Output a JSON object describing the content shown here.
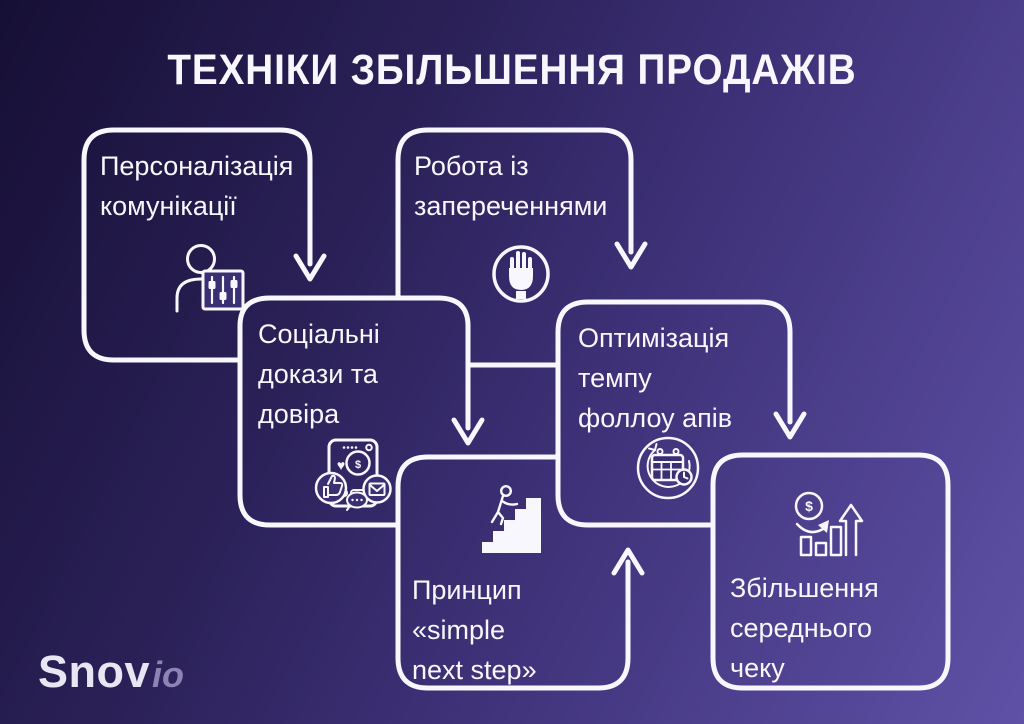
{
  "title": "ТЕХНІКИ ЗБІЛЬШЕННЯ ПРОДАЖІВ",
  "logo": {
    "name": "Snov",
    "suffix": "io"
  },
  "theme": {
    "bg_start": "#160f35",
    "bg_mid": "#3e3178",
    "bg_end": "#5f51a6",
    "bg_fill": "#3b2f74",
    "line": "#f8f7fd",
    "logo_main": "#e8e6f2",
    "logo_suffix": "#8d84b5"
  },
  "icons_glyphs": {
    "dollar": "$",
    "heart": "♥"
  },
  "diagram": {
    "nodes": [
      {
        "id": "personalization-communication",
        "label": "Персоналізація комунікації",
        "lines": [
          "Персоналізація",
          "комунікації"
        ],
        "icon": "person-settings-icon"
      },
      {
        "id": "objection-handling",
        "label": "Робота із запереченнями",
        "lines": [
          "Робота із",
          "запереченнями"
        ],
        "icon": "stop-hand-icon"
      },
      {
        "id": "social-proof",
        "label": "Соціальні докази та довіра",
        "lines": [
          "Соціальні",
          "докази та",
          "довіра"
        ],
        "icon": "phone-social-proof-icon"
      },
      {
        "id": "follow-up-pacing",
        "label": "Оптимізація темпу фоллоу апів",
        "lines": [
          "Оптимізація",
          "темпу",
          "фоллоу апів"
        ],
        "icon": "calendar-refresh-icon"
      },
      {
        "id": "simple-next-step",
        "label": "Принцип «simple next step»",
        "lines": [
          "Принцип",
          "«simple",
          "next step»"
        ],
        "icon": "stairs-climb-icon"
      },
      {
        "id": "average-check-increase",
        "label": "Збільшення середнього чеку",
        "lines": [
          "Збільшення",
          "середнього",
          "чеку"
        ],
        "icon": "growth-chart-icon"
      }
    ],
    "connections": [
      {
        "from": "personalization-communication",
        "to": "social-proof",
        "type": "arrow-down"
      },
      {
        "from": "objection-handling",
        "to": "follow-up-pacing",
        "type": "arrow-down"
      },
      {
        "from": "social-proof",
        "to": "follow-up-pacing",
        "type": "line"
      },
      {
        "from": "social-proof",
        "to": "simple-next-step",
        "type": "arrow-down"
      },
      {
        "from": "follow-up-pacing",
        "to": "average-check-increase",
        "type": "arrow-down"
      },
      {
        "from": "simple-next-step",
        "to": "follow-up-pacing",
        "type": "arrow-up"
      }
    ]
  }
}
